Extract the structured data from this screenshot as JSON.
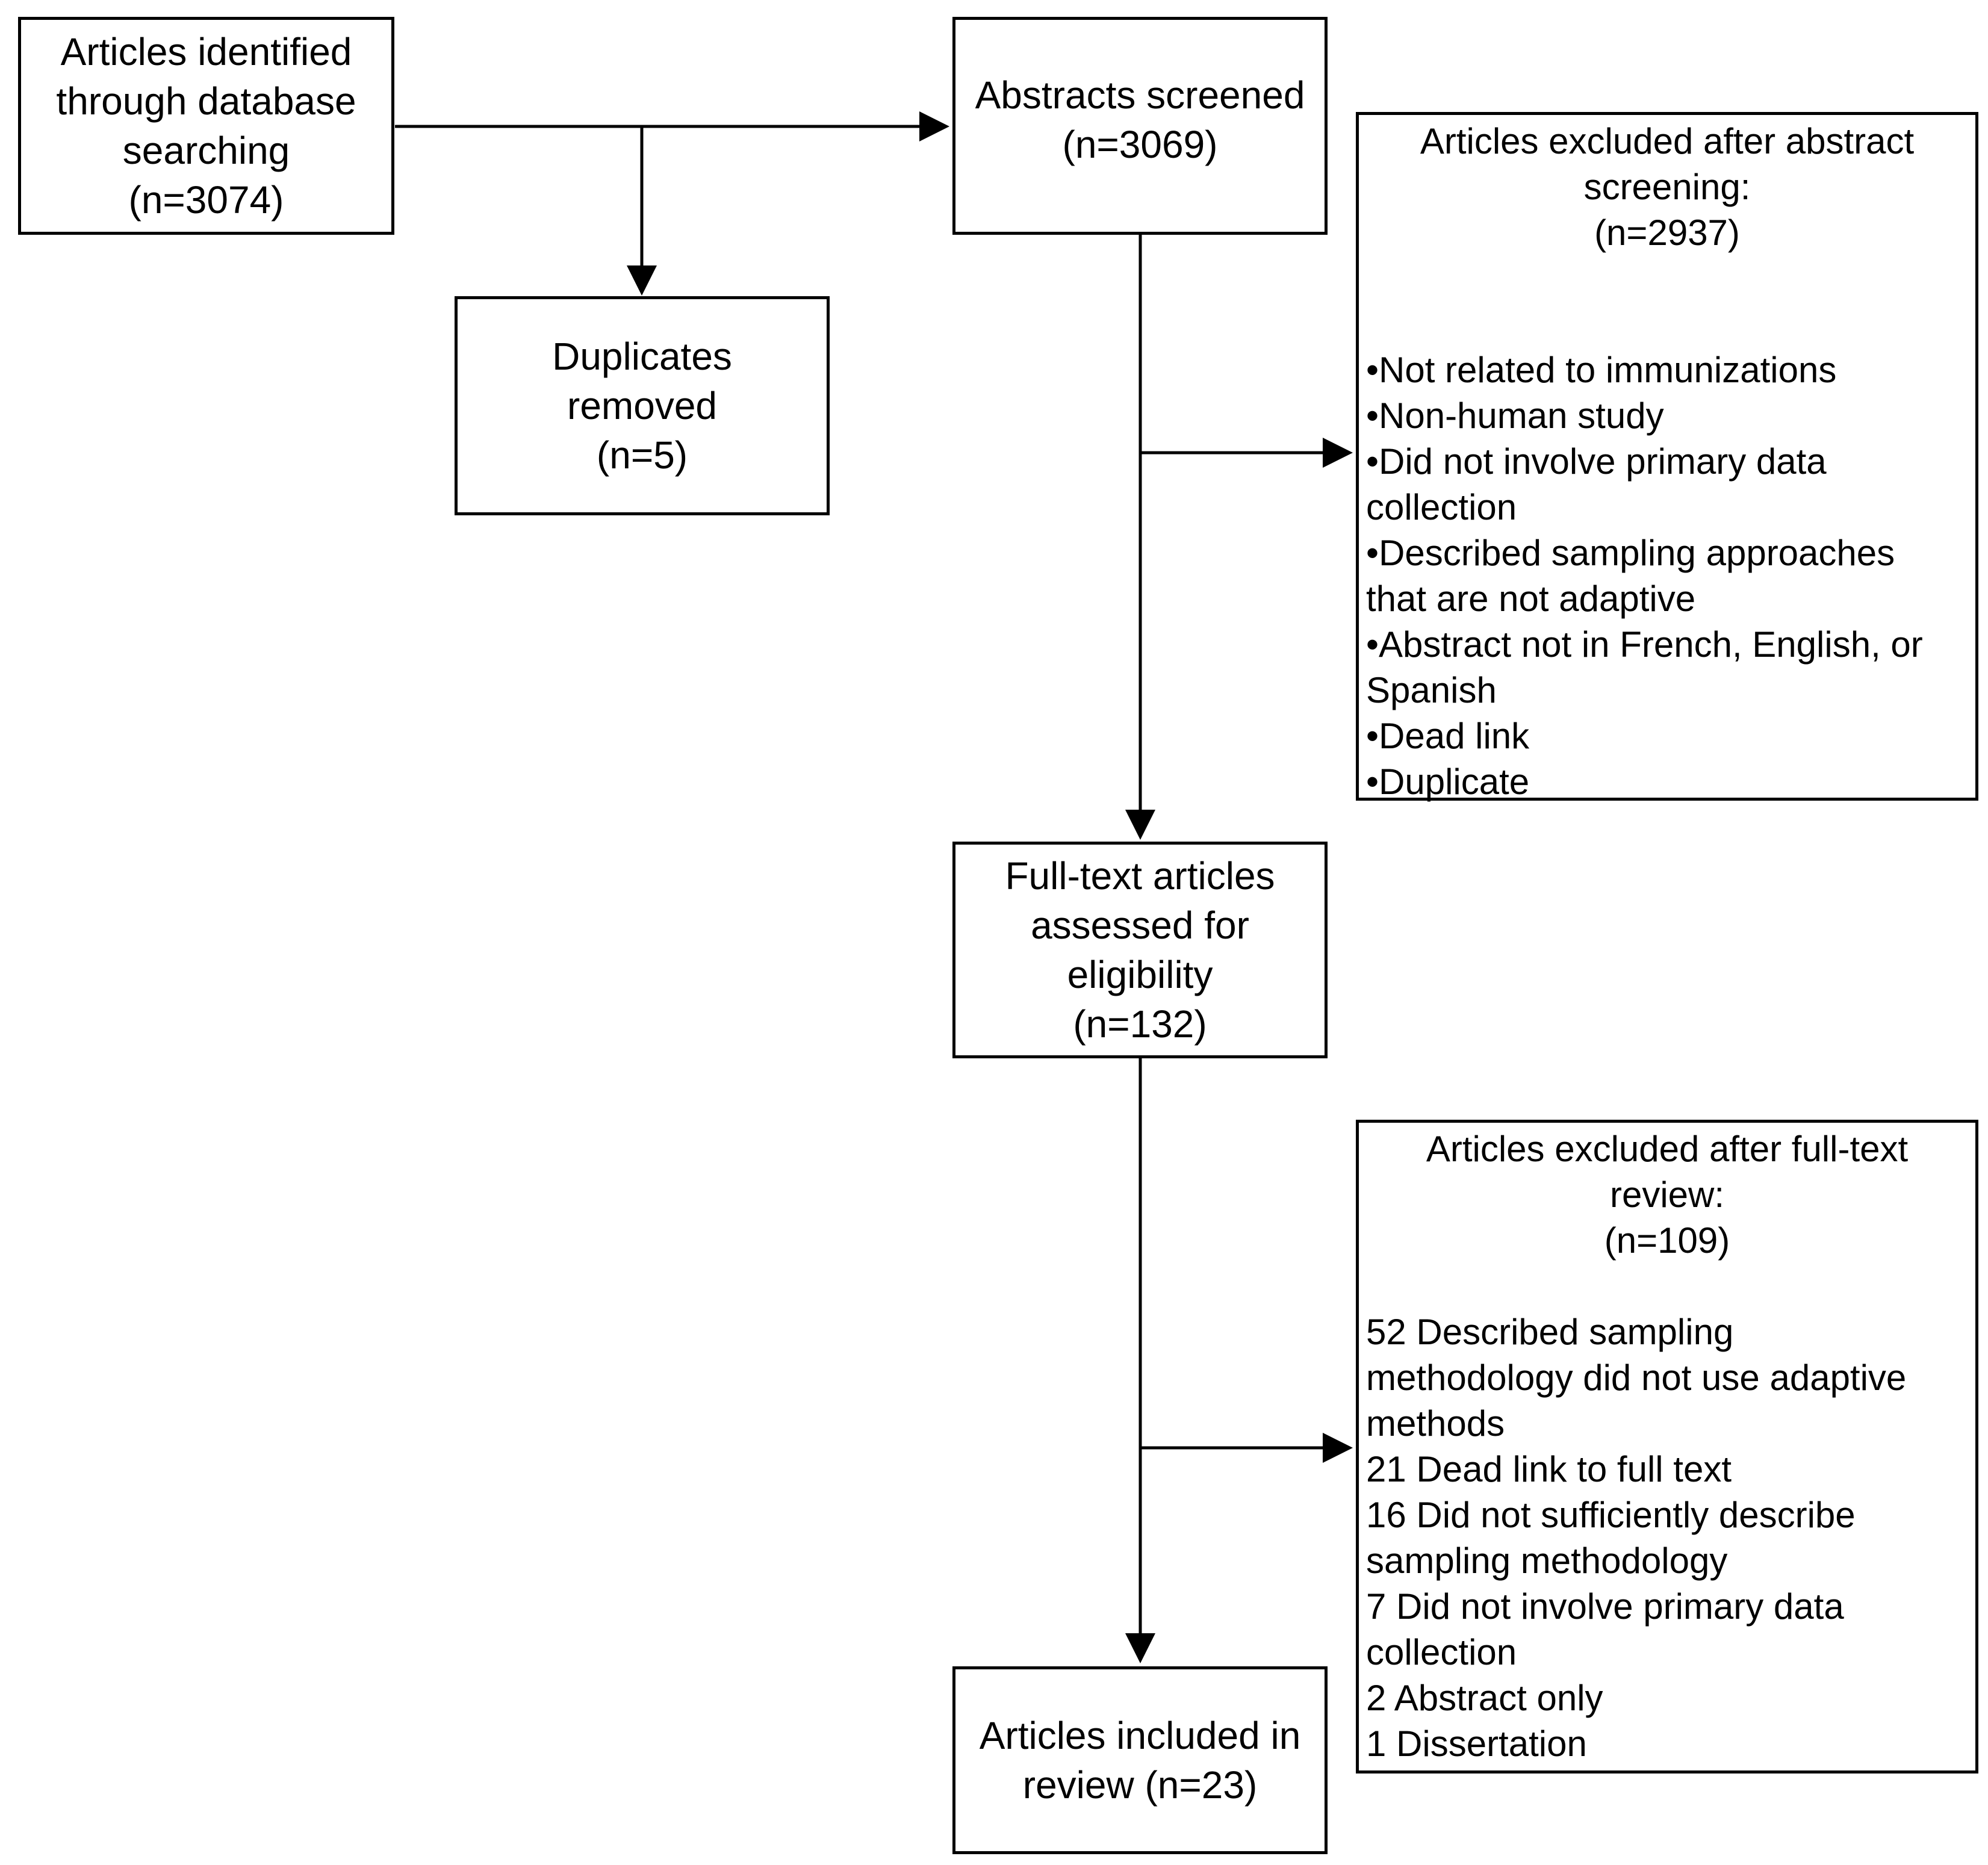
{
  "identified": {
    "lines": [
      "Articles identified",
      "through database",
      "searching",
      "(n=3074)"
    ]
  },
  "duplicates": {
    "lines": [
      "Duplicates",
      "removed",
      "(n=5)"
    ]
  },
  "screened": {
    "lines": [
      "Abstracts screened",
      "(n=3069)"
    ]
  },
  "excluded_abstract": {
    "header": [
      "Articles excluded after abstract",
      "screening:",
      "(n=2937)"
    ],
    "items": [
      "•Not related to immunizations",
      "•Non-human study",
      "•Did not involve primary data",
      "collection",
      "•Described sampling approaches",
      "that are not adaptive",
      "•Abstract not in French, English, or",
      "Spanish",
      "•Dead link",
      "•Duplicate"
    ]
  },
  "fulltext": {
    "lines": [
      "Full-text articles",
      "assessed for",
      "eligibility",
      "(n=132)"
    ]
  },
  "excluded_fulltext": {
    "header": [
      "Articles excluded after full-text",
      "review:",
      "(n=109)"
    ],
    "items": [
      "52 Described sampling",
      "methodology did not use adaptive",
      "methods",
      "21 Dead link to full text",
      "16 Did not sufficiently describe",
      "sampling methodology",
      "7 Did not involve primary data",
      "collection",
      "2 Abstract only",
      "1 Dissertation"
    ]
  },
  "included": {
    "lines": [
      "Articles included in",
      "review (n=23)"
    ]
  }
}
